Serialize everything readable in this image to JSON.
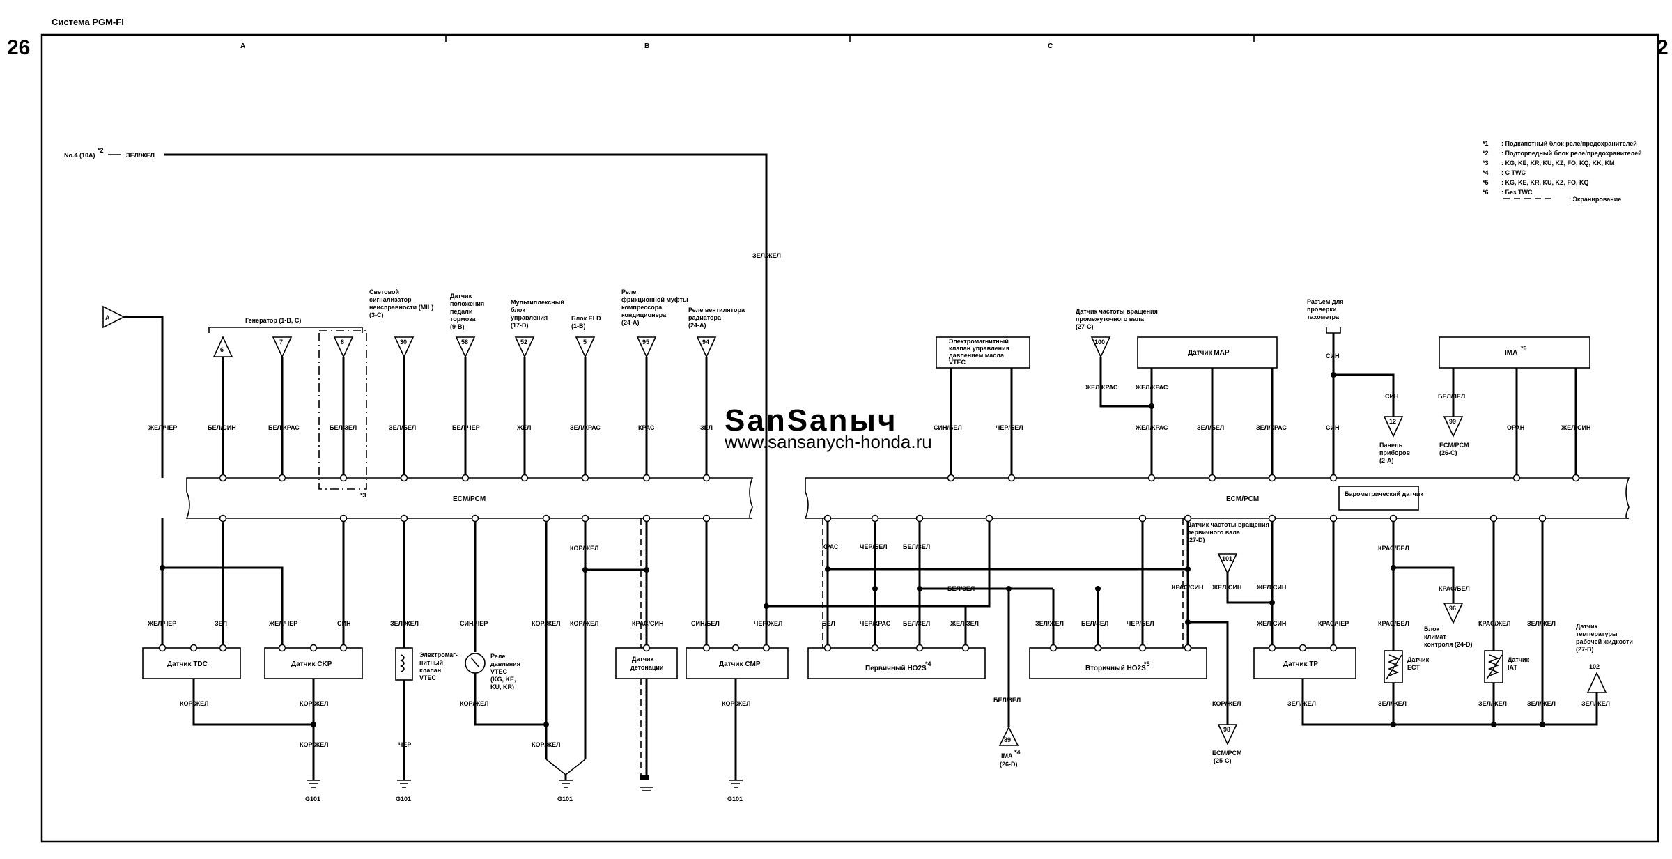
{
  "header": {
    "title": "Система PGM-FI",
    "page_number_left": "26",
    "page_number_right": "2",
    "columns": [
      "A",
      "B",
      "C"
    ]
  },
  "watermark": {
    "logo_text": "SanSanыч",
    "url": "www.sansanych-honda.ru"
  },
  "legend": {
    "items": [
      {
        "key": "*1",
        "text": ": Подкапотный блок реле/предохранителей"
      },
      {
        "key": "*2",
        "text": ": Подторпедный блок реле/предохранителей"
      },
      {
        "key": "*3",
        "text": ": KG, KE, KR, KU, KZ, FO, KQ, KK, KM"
      },
      {
        "key": "*4",
        "text": ": С TWC"
      },
      {
        "key": "*5",
        "text": ": KG, KE, KR, KU, KZ, FO, KQ"
      },
      {
        "key": "*6",
        "text": ": Без TWC"
      }
    ],
    "shield_text": ": Экранирование"
  },
  "fuse": {
    "label": "No.4 (10A)",
    "ref": "*2",
    "wire": "ЗЕЛ/ЖЕЛ"
  },
  "ecm": {
    "label_left": "ECM/PCM",
    "label_right": "ECM/PCM",
    "baro_sensor": "Барометрический датчик"
  },
  "top_connectors": [
    {
      "num": "A",
      "note": ""
    },
    {
      "num": "6",
      "note": "*3"
    },
    {
      "num": "7",
      "note": ""
    },
    {
      "num": "8",
      "note": ""
    },
    {
      "num": "30",
      "note": ""
    },
    {
      "num": "58",
      "note": ""
    },
    {
      "num": "52",
      "note": ""
    },
    {
      "num": "5",
      "note": ""
    },
    {
      "num": "95",
      "note": ""
    },
    {
      "num": "94",
      "note": ""
    },
    {
      "num": "100",
      "note": ""
    },
    {
      "num": "99",
      "note": ""
    },
    {
      "num": "12",
      "note": ""
    },
    {
      "num": "101",
      "note": ""
    },
    {
      "num": "96",
      "note": ""
    },
    {
      "num": "102",
      "note": ""
    },
    {
      "num": "98",
      "note": ""
    },
    {
      "num": "89",
      "note": ""
    }
  ],
  "captions": {
    "generator": "Генератор (1-B, C)",
    "mil": [
      "Световой",
      "сигнализатор",
      "неисправности (MIL)",
      "(3-C)"
    ],
    "brake": [
      "Датчик",
      "положения",
      "педали",
      "тормоза",
      "(9-B)"
    ],
    "mux": [
      "Мультиплексный",
      "блок",
      "управления",
      "(17-D)"
    ],
    "eld": [
      "Блок ELD",
      "(1-B)"
    ],
    "ac_relay": [
      "Реле",
      "фрикционной муфты",
      "компрессора",
      "кондиционера",
      "(24-A)"
    ],
    "fan_relay": [
      "Реле вентилятора",
      "радиатора",
      "(24-A)"
    ],
    "vtec_oil_valve": [
      "Электромагнитный",
      "клапан управления",
      "давлением масла",
      "VTEC"
    ],
    "countershaft": [
      "Датчик частоты вращения",
      "промежуточного вала",
      "(27-C)"
    ],
    "map": "Датчик MAP",
    "tacho": [
      "Разъем для",
      "проверки",
      "тахометра"
    ],
    "ima": "IMA",
    "ima_ref": "*6",
    "panel": [
      "Панель",
      "приборов",
      "(2-A)"
    ],
    "ecm_26c": [
      "ECM/PCM",
      "(26-C)"
    ],
    "mainshaft": [
      "Датчик частоты вращения",
      "первичного вала",
      "(27-D)"
    ],
    "climate": [
      "Блок",
      "климат-",
      "контроля (24-D)"
    ],
    "coolant": [
      "Датчик",
      "температуры",
      "рабочей жидкости",
      "(27-B)"
    ],
    "tdc": "Датчик TDC",
    "ckp": "Датчик CKP",
    "vtec_solenoid": [
      "Электромаг-",
      "нитный",
      "клапан",
      "VTEC"
    ],
    "vtec_pressure": [
      "Реле",
      "давления",
      "VTEC",
      "(KG, KE,",
      "KU, KR)"
    ],
    "knock": [
      "Датчик",
      "детонации"
    ],
    "cmp": "Датчик CMP",
    "primary_ho2s": "Первичный HO2S",
    "primary_ref": "*4",
    "secondary_ho2s": "Вторичный HO2S",
    "secondary_ref": "*5",
    "ima_bottom": [
      "IMA",
      "(26-D)"
    ],
    "ima_bottom_ref": "*4",
    "ecm_25c": [
      "ECM/PCM",
      "(25-C)"
    ],
    "tp": "Датчик TP",
    "ect": [
      "Датчик",
      "ECT"
    ],
    "iat": [
      "Датчик",
      "IAT"
    ],
    "ground": "G101"
  },
  "wire_labels": {
    "top": [
      "ЖЕЛ/ЧЕР",
      "БЕЛ/СИН",
      "БЕЛ/КРАС",
      "БЕЛ/ЗЕЛ",
      "ЗЕЛ/БЕЛ",
      "БЕЛ ЧЕР",
      "ЖЕЛ",
      "ЗЕЛ/КРАС",
      "КРАС",
      "ЗЕЛ",
      "СИН/БЕЛ",
      "ЧЕР/БЕЛ",
      "ЖЕЛ/КРАС",
      "ЖЕЛ/КРАС",
      "ЗЕЛ/БЕЛ",
      "ЗЕЛ/КРАС",
      "СИН",
      "ОРАН",
      "ЖЕЛ/СИН",
      "ЗЕЛ/ЖЕЛ",
      "ЖЕЛ/КРАС",
      "СИН",
      "БЕЛ/ЗЕЛ"
    ],
    "bottom_left": [
      "ЖЕЛ/ЧЕР",
      "ЗЕЛ",
      "ЖЕЛ/ЧЕР",
      "СИН",
      "ЗЕЛ/ЖЕЛ",
      "СИН/ЧЕР",
      "КОР/ЖЕЛ",
      "КОР/ЖЕЛ",
      "КОР/ЖЕЛ",
      "КРАС/СИН",
      "СИН/БЕЛ",
      "ЧЕР/ЖЕЛ"
    ],
    "bottom_right": [
      "КРАС",
      "ЧЕР/БЕЛ",
      "БЕЛ/ЗЕЛ",
      "БЕЛ",
      "ЧЕР/КРАС",
      "БЕЛ/ЗЕЛ",
      "ЖЕЛ/ЗЕЛ",
      "БЕЛ/ЗЕЛ",
      "ЗЕЛ/ЖЕЛ",
      "БЕЛ/ЗЕЛ",
      "ЧЕР/БЕЛ",
      "КРАС/СИН",
      "ЖЕЛ/СИН",
      "ЖЕЛ/СИН",
      "ЖЕЛ/СИН",
      "КРАС/ЧЕР",
      "КРАС/БЕЛ",
      "КРАС/БЕЛ",
      "КРАС/БЕЛ",
      "КРАС/ЖЕЛ",
      "ЗЕЛ/ЖЕЛ"
    ],
    "ground": [
      "КОР/ЖЕЛ",
      "КОР/ЖЕЛ",
      "КОР/ЖЕЛ",
      "ЧЕР",
      "КОР/ЖЕЛ",
      "КОР/ЖЕЛ",
      "КОР/ЖЕЛ",
      "БЕЛ/ЗЕЛ",
      "КОР/ЖЕЛ",
      "ЗЕЛ/ЖЕЛ",
      "ЗЕЛ/ЖЕЛ",
      "ЗЕЛ/ЖЕЛ",
      "ЗЕЛ/ЖЕЛ",
      "ЗЕЛ/ЖЕЛ"
    ]
  }
}
